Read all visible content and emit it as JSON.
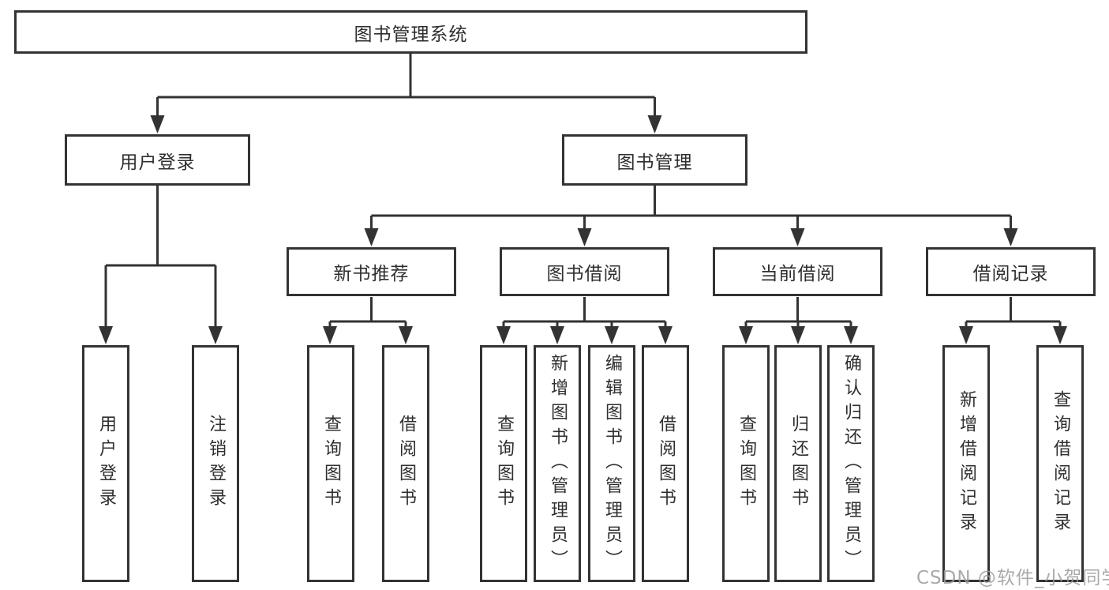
{
  "tree": {
    "root": {
      "label": "图书管理系统"
    },
    "branches": [
      {
        "label": "用户登录",
        "children": [
          {
            "label": "用户登录"
          },
          {
            "label": "注销登录"
          }
        ]
      },
      {
        "label": "图书管理",
        "children": [
          {
            "label": "新书推荐",
            "children": [
              {
                "label": "查询图书"
              },
              {
                "label": "借阅图书"
              }
            ]
          },
          {
            "label": "图书借阅",
            "children": [
              {
                "label": "查询图书"
              },
              {
                "label": "新增图书（管理员）"
              },
              {
                "label": "编辑图书（管理员）"
              },
              {
                "label": "借阅图书"
              }
            ]
          },
          {
            "label": "当前借阅",
            "children": [
              {
                "label": "查询图书"
              },
              {
                "label": "归还图书"
              },
              {
                "label": "确认归还（管理员）"
              }
            ]
          },
          {
            "label": "借阅记录",
            "children": [
              {
                "label": "新增借阅记录"
              },
              {
                "label": "查询借阅记录"
              }
            ]
          }
        ]
      }
    ]
  },
  "watermark": {
    "text": "CSDN @软件_小贺同学"
  },
  "colors": {
    "line": "#333333",
    "box_border": "#333333",
    "box_fill": "#ffffff",
    "text": "#2f2f2f",
    "watermark": "#9b9b9b",
    "background": "#ffffff"
  }
}
